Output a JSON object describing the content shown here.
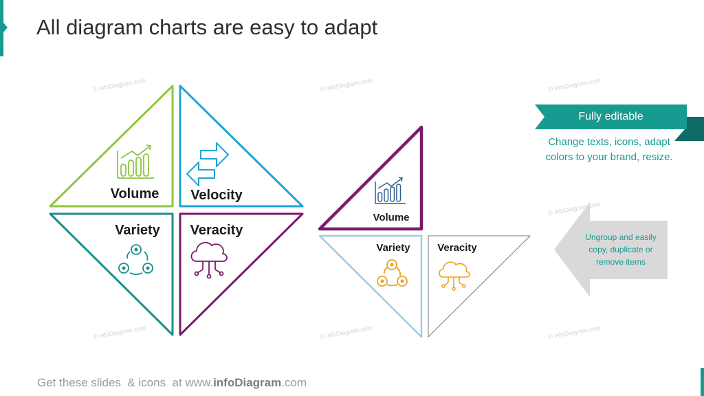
{
  "title": "All diagram charts are easy to adapt",
  "colors": {
    "accent": "#179a8f",
    "green": "#8dc63f",
    "blue": "#1ea3d6",
    "teal": "#1a8f8c",
    "purple": "#7a1a6c",
    "dark_blue": "#2f5f8f",
    "light_blue": "#9ecbe8",
    "orange": "#f0a020",
    "gray": "#d9d9d9"
  },
  "diagram_large": {
    "segments": [
      {
        "label": "Volume",
        "icon": "bar-chart-icon"
      },
      {
        "label": "Velocity",
        "icon": "exchange-arrows-icon"
      },
      {
        "label": "Variety",
        "icon": "cycle-nodes-icon"
      },
      {
        "label": "Veracity",
        "icon": "cloud-network-icon"
      }
    ]
  },
  "diagram_small": {
    "segments": [
      {
        "label": "Volume",
        "icon": "bar-chart-icon"
      },
      {
        "label": "Variety",
        "icon": "cycle-nodes-icon"
      },
      {
        "label": "Veracity",
        "icon": "cloud-network-icon"
      }
    ]
  },
  "callout": {
    "banner_label": "Fully editable",
    "description": "Change texts, icons, adapt colors to your brand, resize."
  },
  "arrow_note": "Ungroup and easily copy, duplicate or remove items",
  "watermark": "© infoDiagram.com",
  "footer": {
    "prefix": "Get these slides  & icons  at www.",
    "brand": "infoDiagram",
    "suffix": ".com"
  }
}
